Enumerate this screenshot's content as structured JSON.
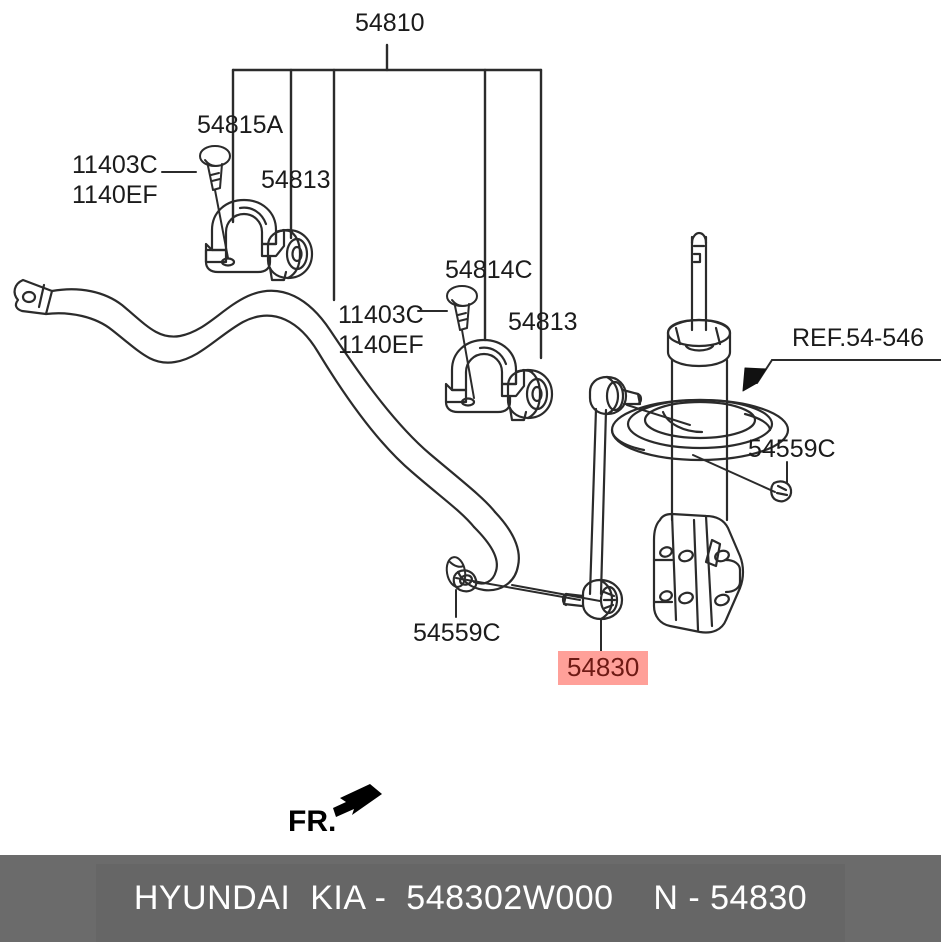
{
  "diagram": {
    "title_part_number": "54810",
    "highlighted_part": "54830",
    "direction_label": "FR.",
    "labels": [
      {
        "id": "top-bracket",
        "text": "54810"
      },
      {
        "id": "bolt-left",
        "line1": "11403C",
        "line2": "1140EF"
      },
      {
        "id": "clamp-left",
        "text": "54815A"
      },
      {
        "id": "bush-left",
        "text": "54813"
      },
      {
        "id": "bolt-mid",
        "line1": "11403C",
        "line2": "1140EF"
      },
      {
        "id": "clamp-mid",
        "text": "54814C"
      },
      {
        "id": "bush-mid",
        "text": "54813"
      },
      {
        "id": "ref-strut",
        "text": "REF.54-546"
      },
      {
        "id": "nut-right",
        "text": "54559C"
      },
      {
        "id": "nut-left",
        "text": "54559C"
      },
      {
        "id": "stabilizer-link",
        "text": "54830"
      }
    ]
  },
  "footer": {
    "text": "HYUNDAI  KIA -  548302W000    N - 54830",
    "brand_primary": "HYUNDAI",
    "brand_secondary": "KIA",
    "catalog_number": "548302W000",
    "reference_code": "N - 54830",
    "background_color": "#666666",
    "text_color": "#ffffff"
  },
  "colors": {
    "highlight_background": "#ffa099",
    "highlight_text": "#6e1a14",
    "line": "#1b1b1b",
    "page_background": "#ffffff"
  }
}
